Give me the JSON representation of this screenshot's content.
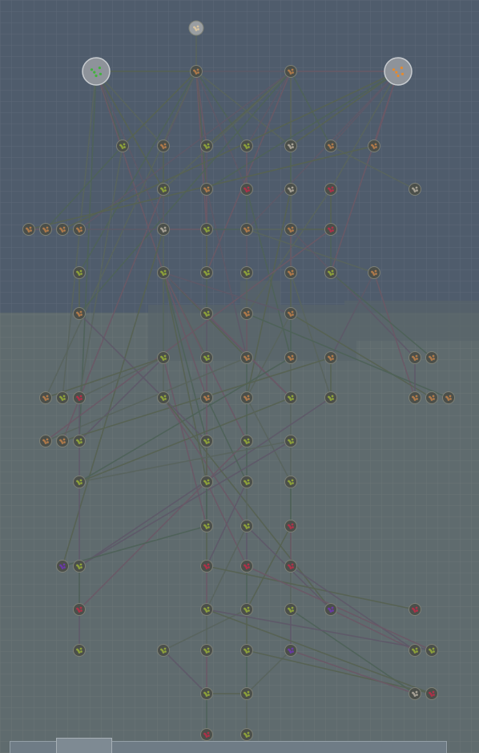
{
  "view": {
    "background": {
      "sky": "#4f5c6c",
      "ground": "#5f6b6e",
      "grid": "#5d6977"
    },
    "root_node": {
      "name": "root",
      "icon": "seed-icon",
      "color": "#d9c4a0"
    },
    "hub_nodes": [
      {
        "name": "left-hub",
        "icon": "grass-icon",
        "color": "#3fb43a"
      },
      {
        "name": "right-hub",
        "icon": "flame-icon",
        "color": "#e88a2a"
      }
    ]
  },
  "node_kinds": {
    "b": {
      "icon": "brown-resource-icon",
      "color": "#b07a4a"
    },
    "g": {
      "icon": "leaf-icon",
      "color": "#8ea23a"
    },
    "r": {
      "icon": "berry-icon",
      "color": "#b03048"
    },
    "p": {
      "icon": "crystal-icon",
      "color": "#6a38a8"
    },
    "w": {
      "icon": "stone-icon",
      "color": "#a8a296"
    }
  },
  "link_colors": [
    "#58645e",
    "#566252",
    "#5e5868",
    "#6a5866",
    "#4e6258"
  ]
}
